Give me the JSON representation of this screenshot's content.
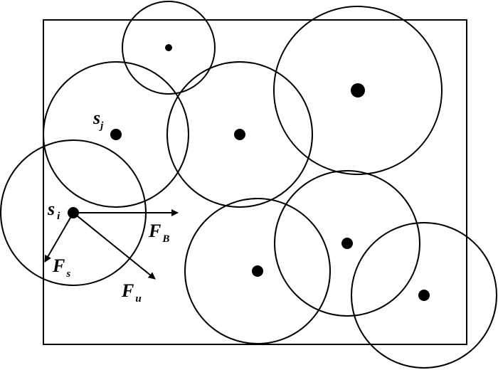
{
  "diagram": {
    "colors": {
      "stroke": "#000000",
      "background": "#ffffff"
    },
    "labels": {
      "s_j": {
        "main": "s",
        "sub": "j"
      },
      "s_i": {
        "main": "s",
        "sub": "i"
      },
      "F_B": {
        "main": "F",
        "sub": "B"
      },
      "F_s": {
        "main": "F",
        "sub": "s"
      },
      "F_u": {
        "main": "F",
        "sub": "u"
      }
    }
  }
}
